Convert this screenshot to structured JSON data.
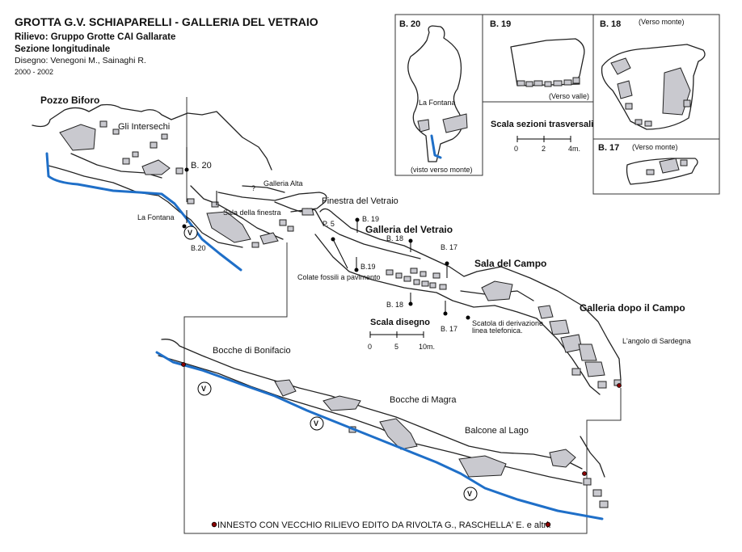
{
  "header": {
    "title": "GROTTA G.V. SCHIAPARELLI - GALLERIA DEL VETRAIO",
    "rilievo": "Rilievo: Gruppo Grotte CAI Gallarate",
    "sezione": "Sezione longitudinale",
    "disegno": "Disegno: Venegoni M., Sainaghi R.",
    "anni": "2000 - 2002"
  },
  "sections": {
    "b20": {
      "id": "B. 20",
      "inner": "La Fontana",
      "note": "(visto verso monte)"
    },
    "b19": {
      "id": "B. 19",
      "note": "(Verso valle)"
    },
    "b18": {
      "id": "B. 18",
      "note": "(Verso monte)"
    },
    "b17": {
      "id": "B. 17",
      "note": "(Verso monte)"
    },
    "scale": {
      "title": "Scala sezioni trasversali",
      "ticks": [
        "0",
        "2",
        "4m."
      ]
    }
  },
  "places": {
    "pozzo_biforo": "Pozzo Biforo",
    "gli_intersechi": "Gli Intersechi",
    "galleria_alta": "Galleria Alta",
    "question": "?",
    "finestra": "Finestra del Vetraio",
    "sala_finestra": "Sala della finestra",
    "la_fontana": "La Fontana",
    "p5": "P. 5",
    "galleria_vetraio": "Galleria del Vetraio",
    "colate": "Colate fossili a pavimento",
    "sala_campo": "Sala del Campo",
    "galleria_dopo": "Galleria dopo il Campo",
    "scatola": "Scatola di derivazione",
    "linea": "linea telefonica.",
    "angolo": "L'angolo di Sardegna",
    "bocche_bonifacio": "Bocche di Bonifacio",
    "bocche_magra": "Bocche di Magra",
    "balcone": "Balcone al Lago"
  },
  "markers": {
    "b20_top": "B. 20",
    "b20_low": "B.20",
    "b19_a": "B. 19",
    "b18_a": "B. 18",
    "b17_a": "B. 17",
    "b19_b": "B.19",
    "b18_b": "B. 18",
    "b17_b": "B. 17",
    "v": "V"
  },
  "scala_disegno": {
    "title": "Scala disegno",
    "ticks": [
      "0",
      "5",
      "10m."
    ]
  },
  "footer": {
    "note": "INNESTO CON VECCHIO RILIEVO EDITO DA RIVOLTA G., RASCHELLA' E.  e altri."
  },
  "colors": {
    "water": "#1f6fc8",
    "boulder": "#c9c9cf",
    "marker_red": "#8b0000"
  }
}
